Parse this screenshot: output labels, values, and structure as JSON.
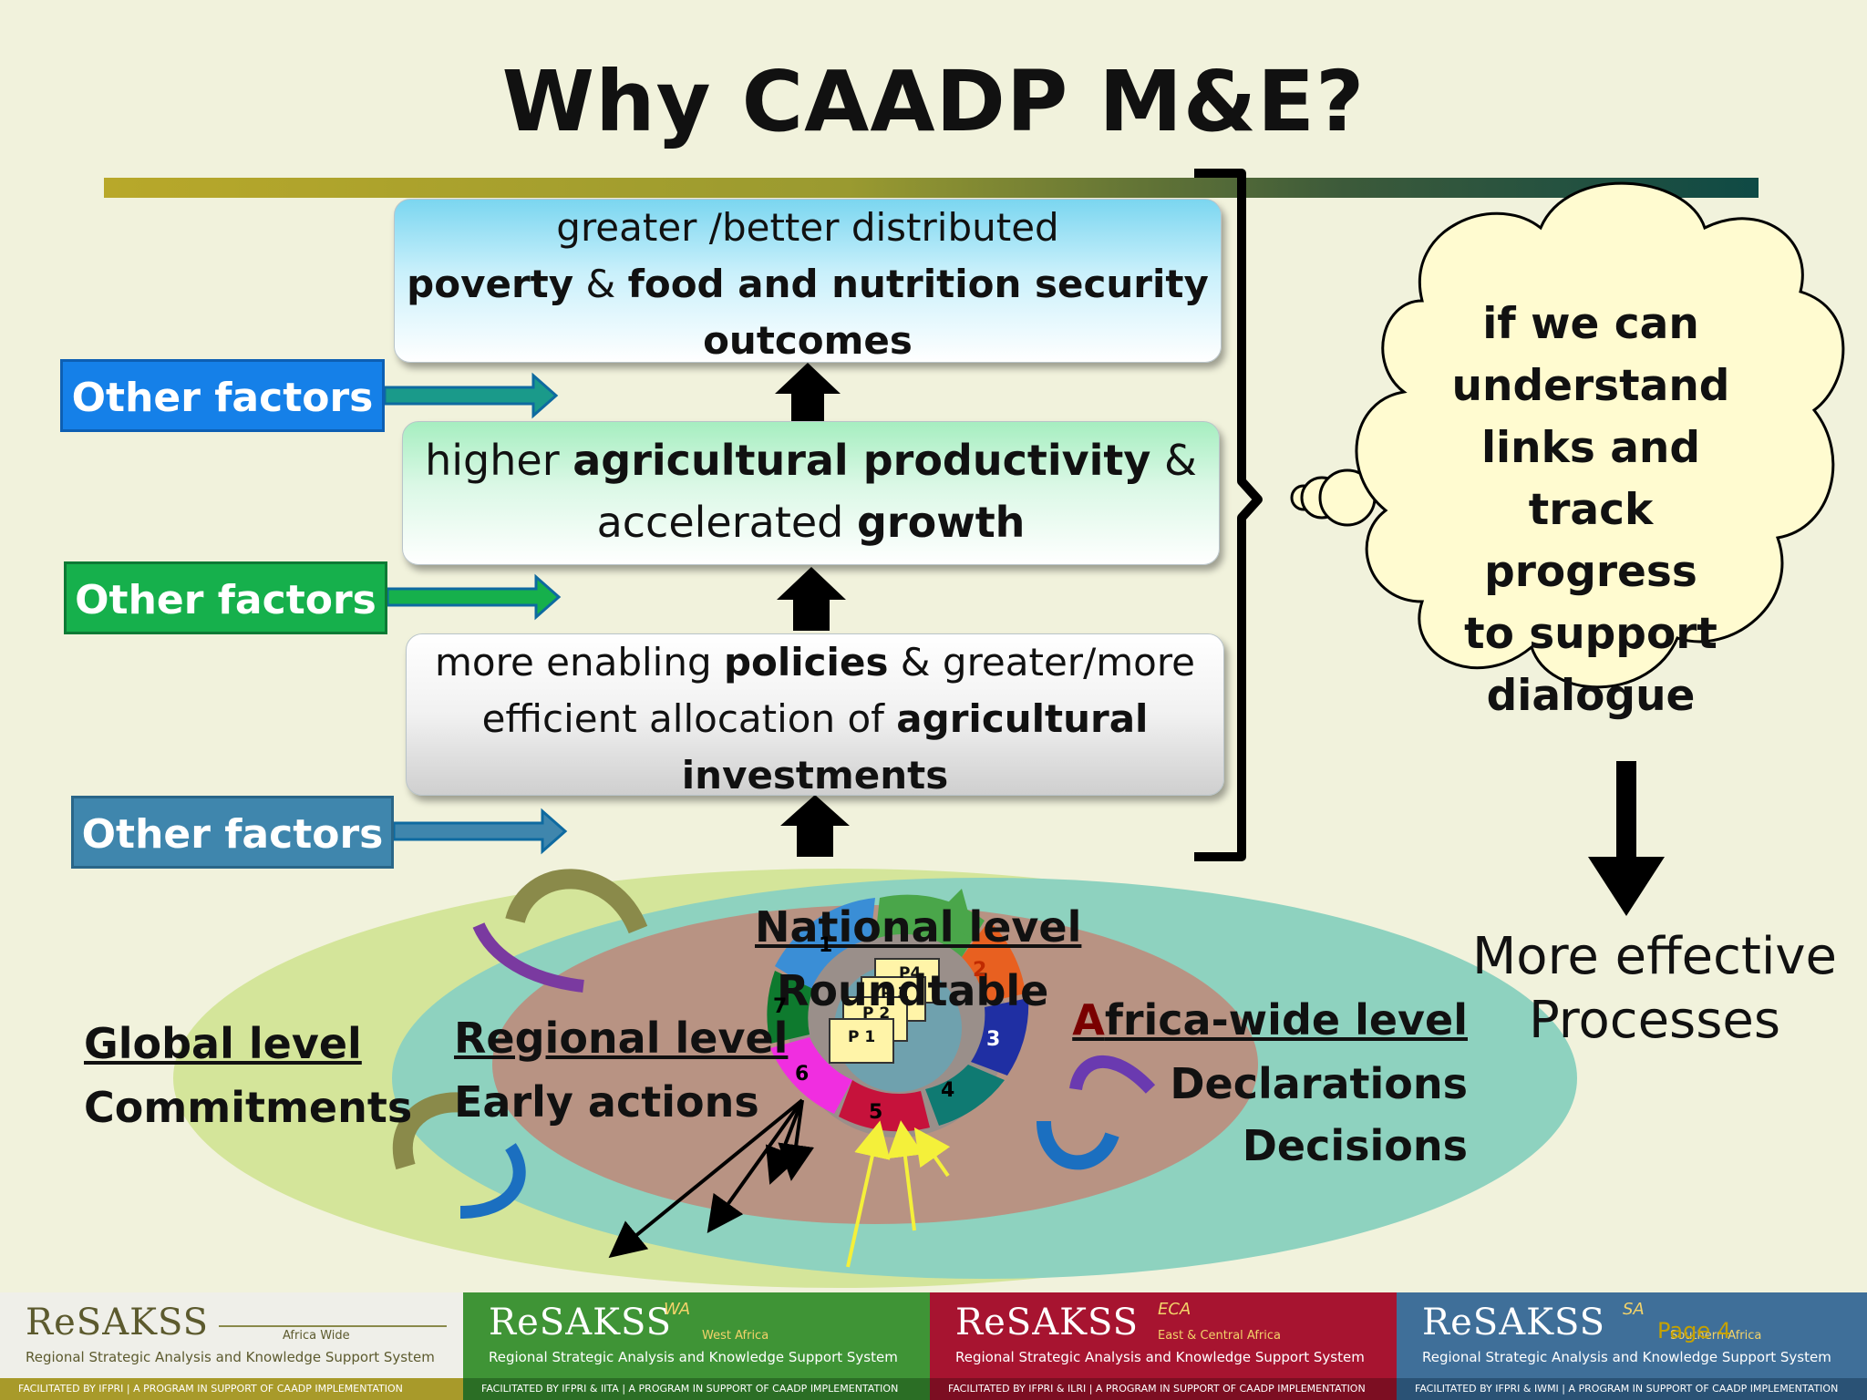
{
  "title": "Why CAADP M&E?",
  "boxes": {
    "outcomes": {
      "line1": "greater /better distributed",
      "line2_a": "poverty",
      "line2_b": " & ",
      "line2_c": "food and nutrition security",
      "line3": "outcomes"
    },
    "productivity": {
      "line1_a": "higher ",
      "line1_b": "agricultural productivity",
      "line1_c": " &",
      "line2_a": "accelerated ",
      "line2_b": "growth"
    },
    "policies": {
      "line1_a": "more enabling ",
      "line1_b": "policies",
      "line1_c": " & greater/more",
      "line2_a": "efficient allocation of ",
      "line2_b": "agricultural",
      "line3": "investments"
    }
  },
  "other_factors": [
    "Other factors",
    "Other factors",
    "Other factors"
  ],
  "levels": {
    "global": {
      "title": "Global level",
      "sub": "Commitments"
    },
    "regional": {
      "title": "Regional level",
      "sub": "Early actions"
    },
    "national": {
      "title": "National level",
      "sub": "Roundtable"
    },
    "africa": {
      "title": "Africa-wide level",
      "sub1": "Declarations",
      "sub2": "Decisions"
    }
  },
  "cycle": {
    "numbers": [
      "1",
      "2",
      "3",
      "4",
      "5",
      "6",
      "7"
    ],
    "pages": [
      "P 1",
      "P 2",
      "P 3",
      "P4"
    ]
  },
  "thought_cloud": {
    "lines": [
      "if we can",
      "understand",
      "links and",
      "track progress",
      "to support",
      "dialogue"
    ]
  },
  "result": {
    "line1": "More effective",
    "line2": "Processes"
  },
  "footer": {
    "panels": [
      {
        "brand": "ReSAKSS",
        "tag": "",
        "region": "Africa Wide",
        "subtitle": "Regional Strategic Analysis and Knowledge Support System",
        "facil": "FACILITATED BY IFPRI  |  A PROGRAM IN SUPPORT OF CAADP IMPLEMENTATION"
      },
      {
        "brand": "ReSAKSS",
        "tag": "WA",
        "region": "West Africa",
        "subtitle": "Regional Strategic Analysis and Knowledge Support System",
        "facil": "FACILITATED BY IFPRI & IITA  |  A PROGRAM IN SUPPORT OF CAADP IMPLEMENTATION"
      },
      {
        "brand": "ReSAKSS",
        "tag": "ECA",
        "region": "East & Central Africa",
        "subtitle": "Regional Strategic Analysis and Knowledge Support System",
        "facil": "FACILITATED BY IFPRI & ILRI  |  A PROGRAM IN SUPPORT OF CAADP IMPLEMENTATION"
      },
      {
        "brand": "ReSAKSS",
        "tag": "SA",
        "region": "Southern Africa",
        "subtitle": "Regional Strategic Analysis and Knowledge Support System",
        "facil": "FACILITATED BY IFPRI & IWMI  |  A PROGRAM IN SUPPORT OF CAADP IMPLEMENTATION"
      }
    ],
    "page": "Page 4"
  },
  "colors": {
    "outer_ellipse": "#d4e59a",
    "middle_ellipse": "#8ed2bf",
    "inner_ellipse": "#b89383",
    "factor_1": "#1580e8",
    "factor_2": "#16b04c",
    "factor_3": "#3f86ad",
    "africa_wide_initial": "#7a0000"
  }
}
